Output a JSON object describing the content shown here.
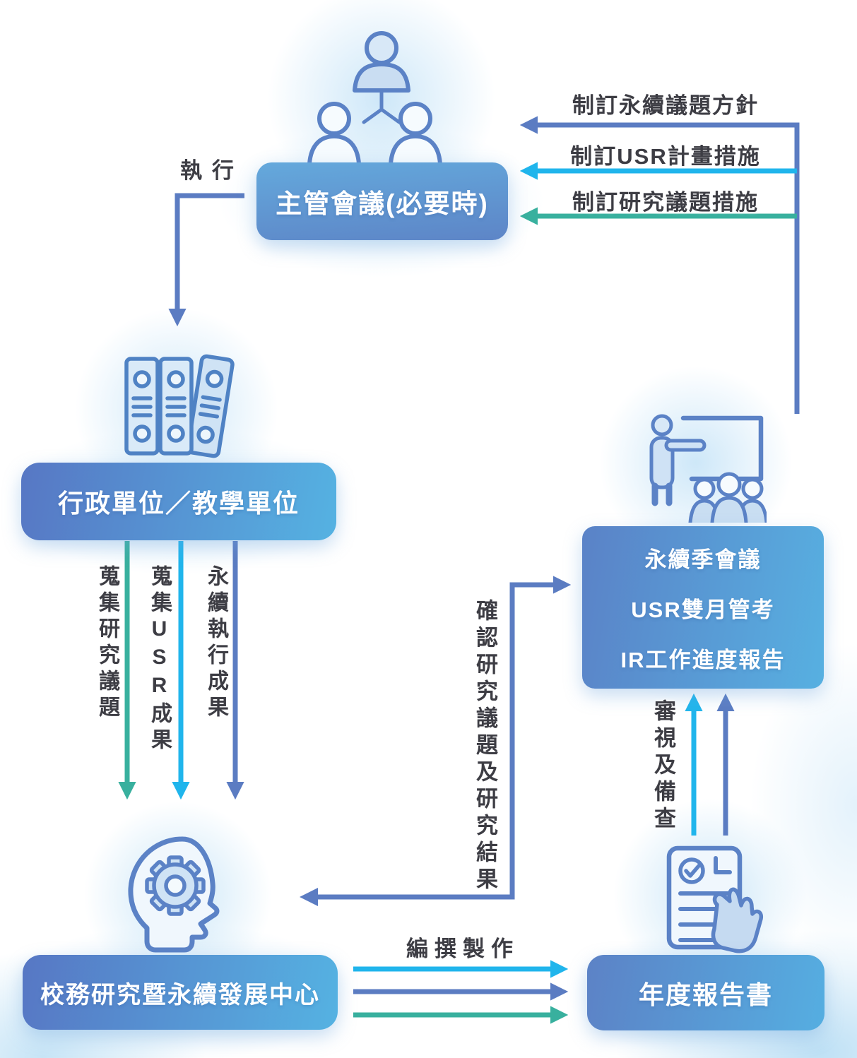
{
  "boxes": {
    "executive": "主管會議(必要時)",
    "admin": "行政單位／教學單位",
    "center": "校務研究暨永續發展中心",
    "quarterly": [
      "永續季會議",
      "USR雙月管考",
      "IR工作進度報告"
    ],
    "report": "年度報告書"
  },
  "labels": {
    "policy_sustainability": "制訂永續議題方針",
    "policy_usr": "制訂USR計畫措施",
    "policy_research": "制訂研究議題措施",
    "execute": "執行",
    "collect_research": "蒐集研究議題",
    "collect_usr": "蒐集USR成果",
    "sustain_results": "永續執行成果",
    "confirm": "確認研究議題及研究結果",
    "review": "審視及備查",
    "produce": "編撰製作"
  },
  "colors": {
    "arrow_blue": "#5b7cc2",
    "arrow_cyan": "#20b5ec",
    "arrow_teal": "#38b09e",
    "label_text": "#3d3d44",
    "icon_stroke": "#5b82c6"
  },
  "icons": {
    "top": "people-hierarchy-icon",
    "admin": "binders-icon",
    "quarterly": "presentation-icon",
    "center": "thinking-head-gear-icon",
    "report": "document-hand-icon"
  }
}
